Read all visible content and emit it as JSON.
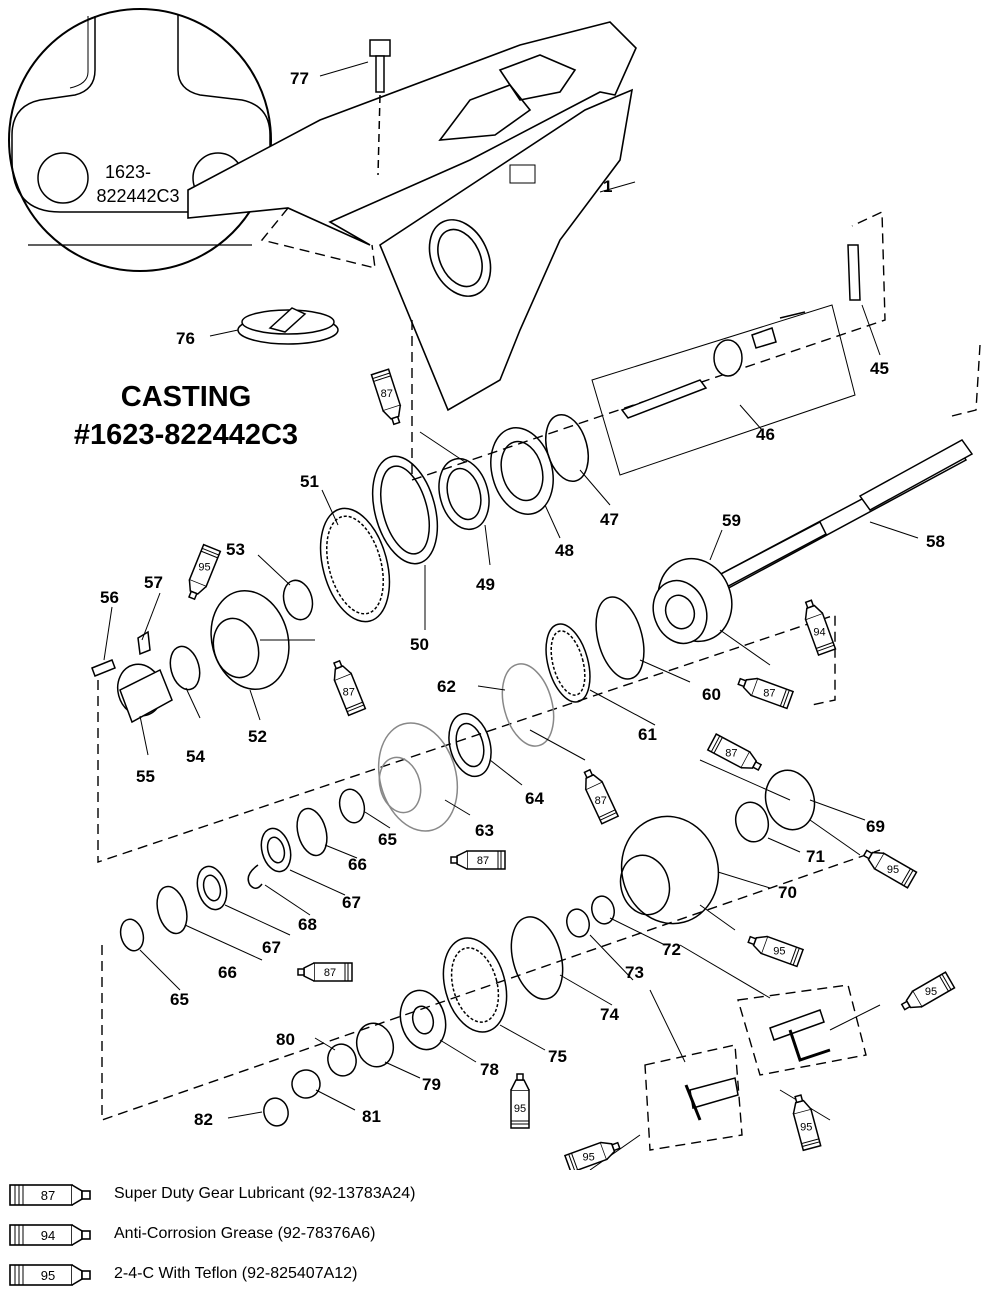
{
  "casting": {
    "line1": "CASTING",
    "line2": "#1623-822442C3"
  },
  "inset": {
    "line1": "1623-",
    "line2": "822442C3"
  },
  "parts": {
    "p1": "1",
    "p45": "45",
    "p46": "46",
    "p47": "47",
    "p48": "48",
    "p49": "49",
    "p50": "50",
    "p51": "51",
    "p52": "52",
    "p53": "53",
    "p54": "54",
    "p55": "55",
    "p56": "56",
    "p57": "57",
    "p58": "58",
    "p59": "59",
    "p60": "60",
    "p61": "61",
    "p62": "62",
    "p63": "63",
    "p64": "64",
    "p65a": "65",
    "p65b": "65",
    "p66a": "66",
    "p66b": "66",
    "p67a": "67",
    "p67b": "67",
    "p68": "68",
    "p69": "69",
    "p70": "70",
    "p71": "71",
    "p72": "72",
    "p73": "73",
    "p74": "74",
    "p75": "75",
    "p76": "76",
    "p77": "77",
    "p78": "78",
    "p79": "79",
    "p80": "80",
    "p81": "81",
    "p82": "82"
  },
  "tubes": {
    "t87": "87",
    "t94": "94",
    "t95": "95"
  },
  "legend": [
    {
      "code": "87",
      "text": "Super Duty Gear Lubricant (92-13783A24)"
    },
    {
      "code": "94",
      "text": "Anti-Corrosion Grease (92-78376A6)"
    },
    {
      "code": "95",
      "text": "2-4-C  With Teflon (92-825407A12)"
    }
  ]
}
